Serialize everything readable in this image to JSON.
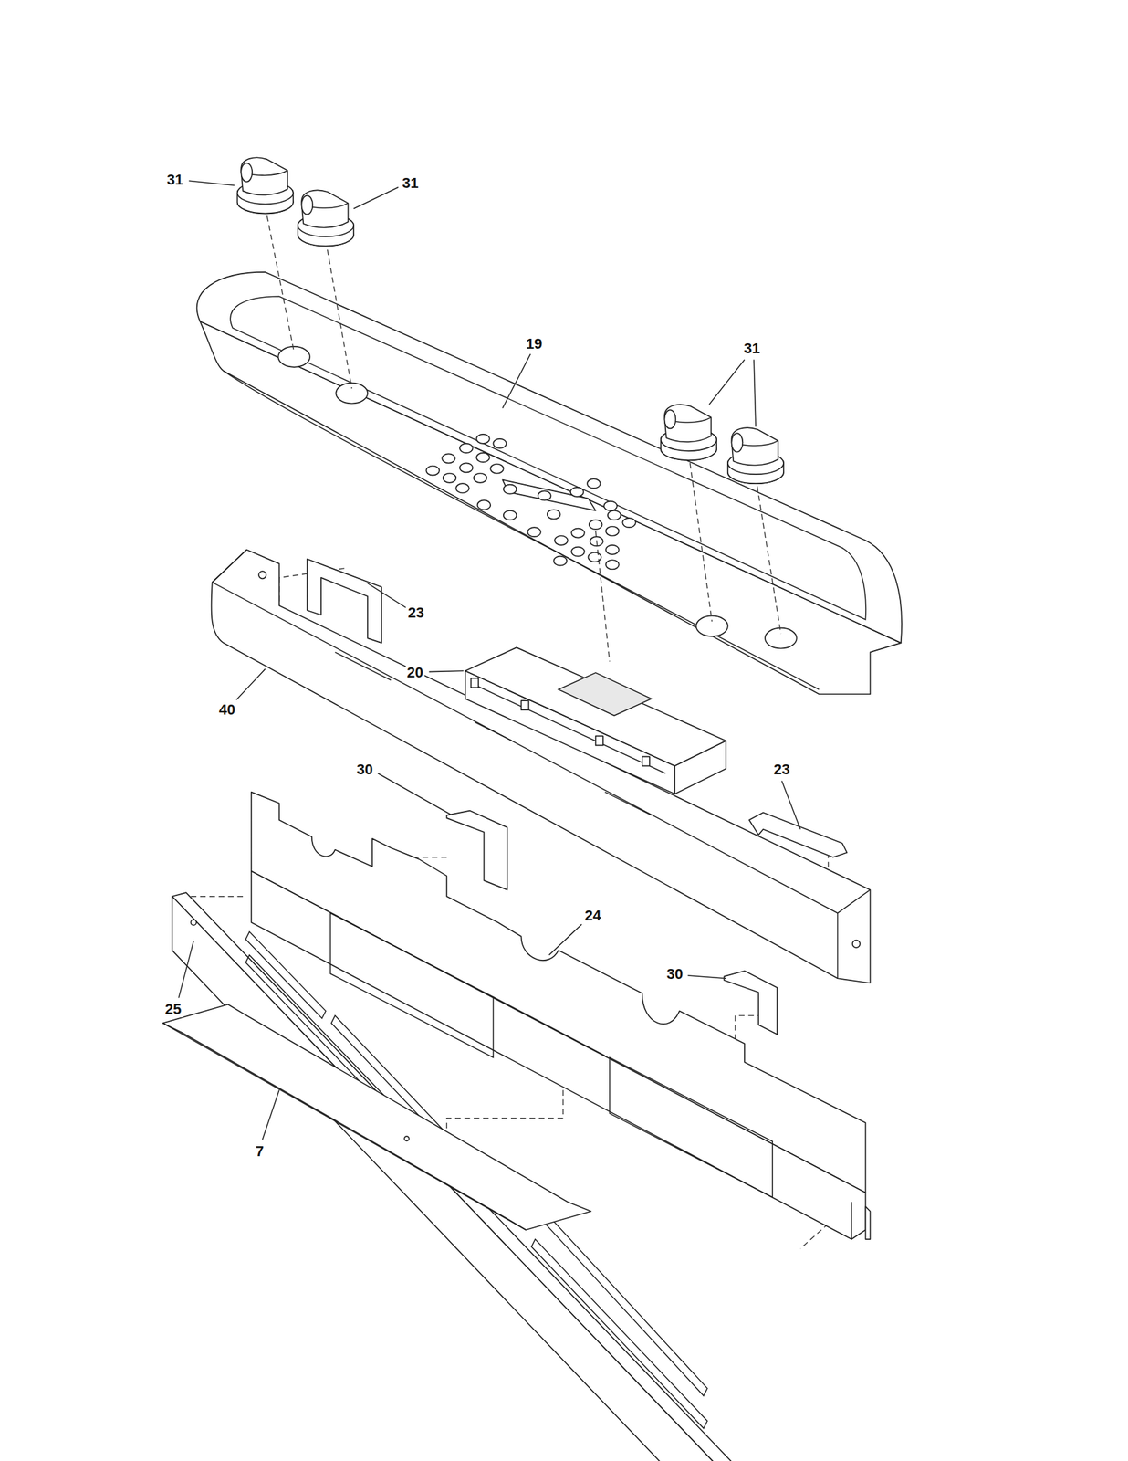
{
  "diagram": {
    "labels": [
      "31",
      "31",
      "19",
      "31",
      "23",
      "20",
      "40",
      "30",
      "23",
      "24",
      "30",
      "25",
      "7"
    ]
  }
}
